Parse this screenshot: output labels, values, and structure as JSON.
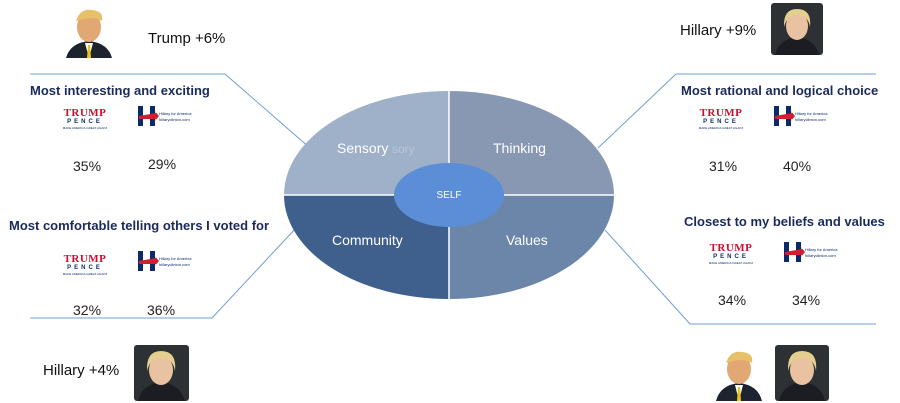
{
  "center": {
    "quadrants": {
      "sensory": "Sensory",
      "sensory_ghost": "sory",
      "thinking": "Thinking",
      "community": "Community",
      "values": "Values"
    },
    "self": "SELF"
  },
  "colors": {
    "sensory": "#9fb0c9",
    "thinking": "#8898b2",
    "community": "#3f5f8c",
    "values": "#6b86a8",
    "self": "#5b8ed6",
    "lines": "#6f9fd0",
    "heading": "#1a2a5a"
  },
  "callouts": {
    "top_left": "Trump +6%",
    "top_right": "Hillary +9%",
    "bottom_left": "Hillary +4%"
  },
  "panels": {
    "interesting": {
      "heading": "Most interesting and exciting",
      "trump": "35%",
      "hillary": "29%"
    },
    "comfortable": {
      "heading": "Most comfortable telling others I voted for",
      "trump": "32%",
      "hillary": "36%"
    },
    "rational": {
      "heading": "Most rational and logical choice",
      "trump": "31%",
      "hillary": "40%"
    },
    "beliefs": {
      "heading": "Closest to my beliefs and values",
      "trump": "34%",
      "hillary": "34%"
    }
  },
  "logos": {
    "trump_top": "TRUMP",
    "trump_mid": "PENCE",
    "trump_bot": "MAKE AMERICA GREAT AGAIN!",
    "hillary_line1": "Hillary for America",
    "hillary_line2": "hillaryclinton.com"
  },
  "icons": {
    "trump_photo": "trump-portrait-icon",
    "hillary_photo": "hillary-portrait-icon",
    "trump_logo": "trump-pence-logo-icon",
    "hillary_logo": "hillary-h-logo-icon"
  }
}
